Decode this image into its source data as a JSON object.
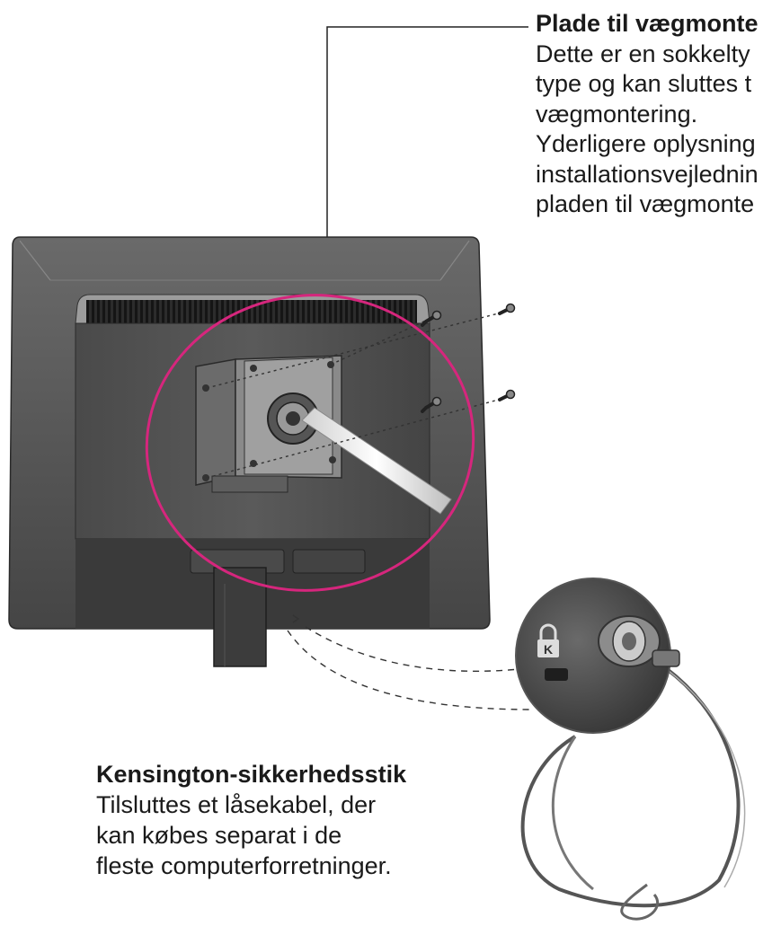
{
  "wall_mount": {
    "title": "Plade til vægmonte",
    "lines": [
      "Dette er en sokkelty",
      "type og kan sluttes t",
      "vægmontering.",
      "Yderligere oplysning",
      "installationsvejlednin",
      "pladen til vægmonte"
    ]
  },
  "kensington": {
    "title": "Kensington-sikkerhedsstik",
    "lines": [
      "Tilsluttes et låsekabel, der",
      "kan købes separat i de",
      "fleste computerforretninger."
    ]
  },
  "colors": {
    "highlight_ellipse": "#d6267d",
    "monitor_body": "#3a3a3a",
    "monitor_bezel": "#5a5a5a"
  },
  "icons": [
    "kensington-lock-icon",
    "screw-icon",
    "lock-cable-icon"
  ]
}
